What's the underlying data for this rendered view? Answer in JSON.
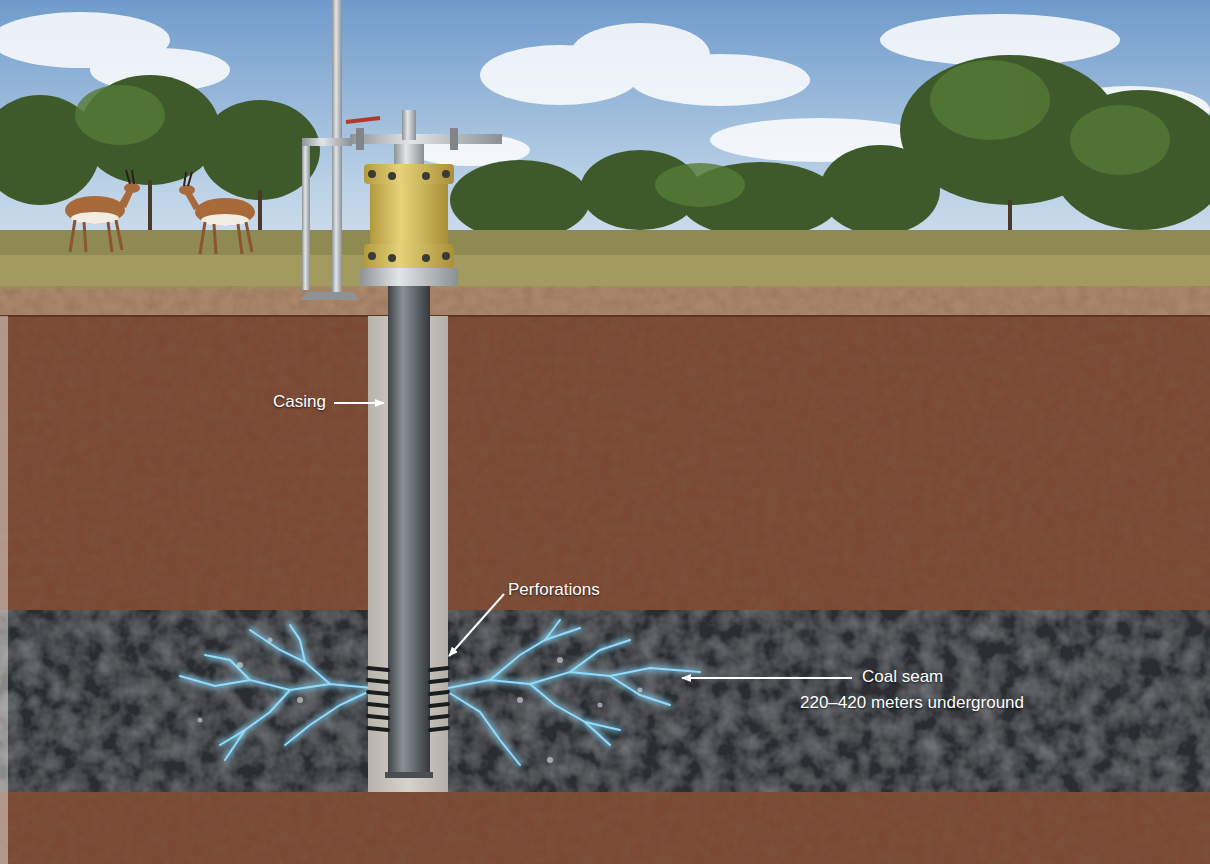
{
  "diagram": {
    "nodes": [
      {
        "text": [
          "Coal seam",
          "220–420 meters underground"
        ]
      }
    ],
    "labels": [
      "Casing",
      "Perforations"
    ]
  }
}
